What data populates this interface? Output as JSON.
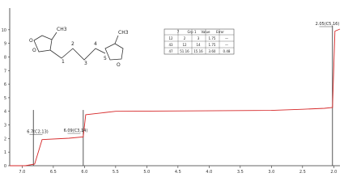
{
  "chart_data": {
    "type": "line",
    "x_ticks": [
      "7.0",
      "6.5",
      "6.0",
      "5.5",
      "5.0",
      "4.5",
      "4.0",
      "3.5",
      "3.0",
      "2.5",
      "2.0"
    ],
    "y_ticks": [
      "0",
      "1",
      "2",
      "3",
      "4",
      "5",
      "6",
      "7",
      "8",
      "9",
      "10"
    ],
    "x_range": [
      7.2,
      1.9
    ],
    "y_range": [
      0,
      11
    ],
    "grid": false,
    "x": [
      7.2,
      6.95,
      6.8,
      6.68,
      6.25,
      6.02,
      5.98,
      5.5,
      3.0,
      2.5,
      2.15,
      2.02,
      1.98,
      1.9
    ],
    "y": [
      0,
      0,
      0.12,
      1.92,
      2.02,
      2.12,
      3.75,
      4.0,
      4.07,
      4.15,
      4.22,
      4.28,
      9.9,
      10.05
    ],
    "annotations": [
      {
        "text": "6.7(C2,13)",
        "x": 6.7,
        "y": 2.1
      },
      {
        "text": "6.09(C3,14)",
        "x": 6.09,
        "y": 2.2
      },
      {
        "text": "2.05(C5,16)",
        "x": 2.05,
        "y": 10.05
      }
    ],
    "table": {
      "header": [
        "7",
        "Grp 1",
        "Value",
        "Error"
      ],
      "rows": [
        [
          "12",
          "2",
          "3",
          "1.75",
          "—"
        ],
        [
          "43",
          "12",
          "14",
          "1.75",
          "—"
        ],
        [
          "47",
          "51.16",
          "15.16",
          "3.60",
          "0.48"
        ]
      ]
    },
    "structure_labels": [
      "O",
      "CH3",
      "O",
      "1",
      "2",
      "3",
      "4",
      "5",
      "CH3",
      "O"
    ]
  }
}
